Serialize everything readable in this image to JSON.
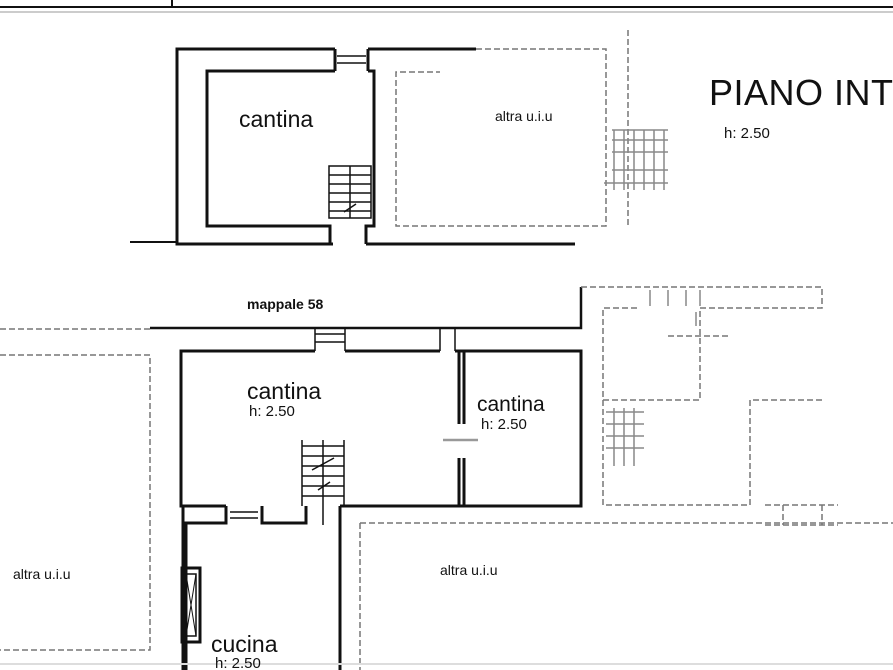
{
  "plan": {
    "title": "PIANO INT",
    "title_height": "h: 2.50",
    "parcel_label": "mappale 58",
    "rooms": [
      {
        "id": "upper-cantina",
        "name": "cantina",
        "height": ""
      },
      {
        "id": "lower-cantina-left",
        "name": "cantina",
        "height": "h: 2.50"
      },
      {
        "id": "lower-cantina-right",
        "name": "cantina",
        "height": "h: 2.50"
      },
      {
        "id": "cucina",
        "name": "cucina",
        "height": "h: 2.50"
      }
    ],
    "other_units": [
      "altra u.i.u",
      "altra u.i.u",
      "altra u.i.u"
    ]
  },
  "colors": {
    "wall": "#111111",
    "dashed": "#777777",
    "background": "#ffffff"
  }
}
